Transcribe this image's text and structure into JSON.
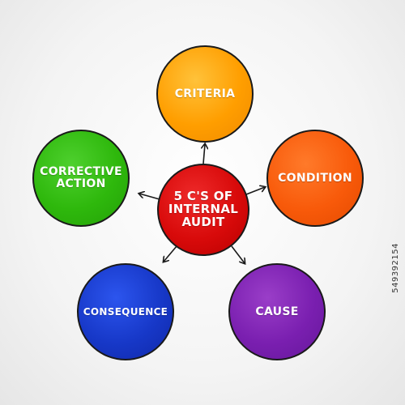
{
  "diagram": {
    "center": {
      "label": "5 C'S OF\nINTERNAL\nAUDIT",
      "color": "#d80a0a"
    },
    "nodes": [
      {
        "id": "criteria",
        "label": "CRITERIA",
        "color": "#ff9e00"
      },
      {
        "id": "condition",
        "label": "CONDITION",
        "color": "#f85a0a"
      },
      {
        "id": "cause",
        "label": "CAUSE",
        "color": "#7a1fb0"
      },
      {
        "id": "consequence",
        "label": "CONSEQUENCE",
        "color": "#1738c8"
      },
      {
        "id": "corrective",
        "label": "CORRECTIVE\nACTION",
        "color": "#2eb80c"
      }
    ]
  },
  "stock_id": "549392154"
}
